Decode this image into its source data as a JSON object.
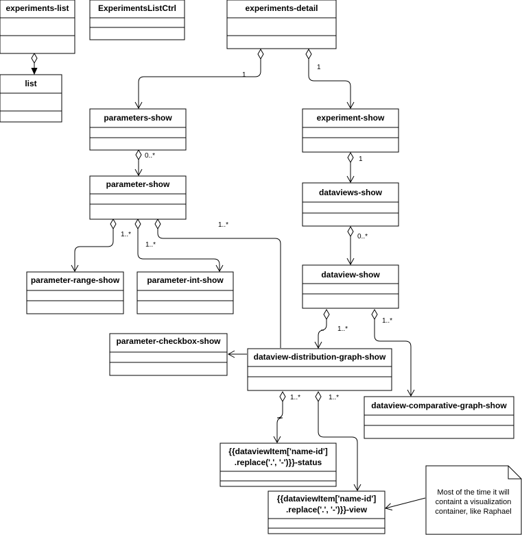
{
  "classes": {
    "experiments_list": "experiments-list",
    "experiments_list_ctrl": "ExperimentsListCtrl",
    "experiments_detail": "experiments-detail",
    "list": "list",
    "parameters_show": "parameters-show",
    "experiment_show": "experiment-show",
    "parameter_show": "parameter-show",
    "dataviews_show": "dataviews-show",
    "parameter_range_show": "parameter-range-show",
    "parameter_int_show": "parameter-int-show",
    "dataview_show": "dataview-show",
    "parameter_checkbox_show": "parameter-checkbox-show",
    "dataview_distribution_graph_show": "dataview-distribution-graph-show",
    "dataview_comparative_graph_show": "dataview-comparative-graph-show",
    "status_line1": "{{dataviewItem['name-id']",
    "status_line2": ".replace('.', '-')}}-status",
    "view_line1": "{{dataviewItem['name-id']",
    "view_line2": ".replace('.', '-')}}-view"
  },
  "multiplicities": {
    "detail_to_params": "1",
    "detail_to_experiment": "1",
    "params_to_param": "0..*",
    "experiment_to_dataviews": "1",
    "param_to_range": "1..*",
    "param_to_int": "1..*",
    "param_to_distribution": "1..*",
    "dataviews_to_dataview": "0..*",
    "dataview_to_distribution": "1..*",
    "dataview_to_comparative": "1..*",
    "distribution_to_status": "1..*",
    "distribution_to_view": "1..*"
  },
  "note": {
    "line1": "Most of the time it will",
    "line2": "containt a visualization",
    "line3": "container, like Raphael"
  }
}
